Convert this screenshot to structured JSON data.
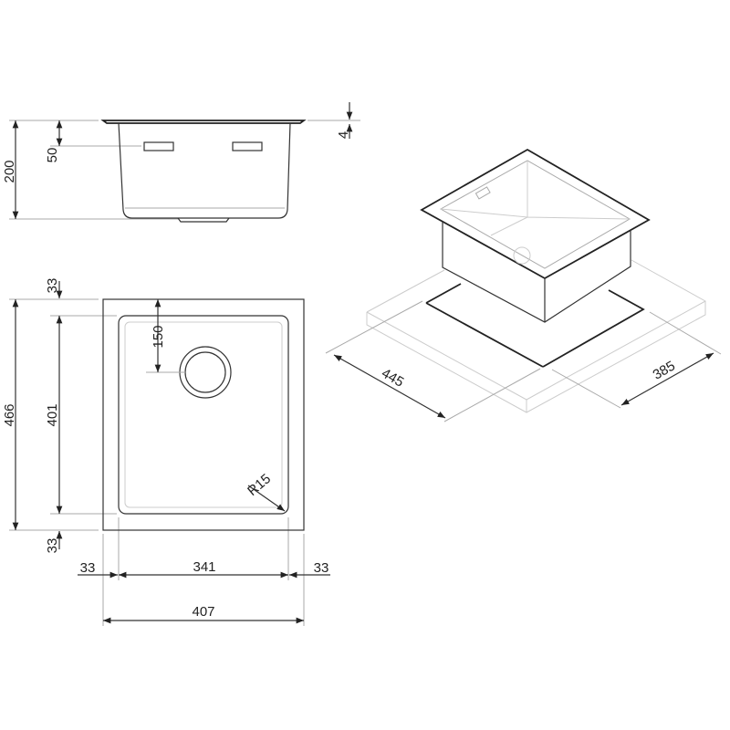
{
  "drawing": {
    "side_view": {
      "height_total": "200",
      "handle_offset": "50",
      "rim_thickness": "4"
    },
    "top_view": {
      "depth_total": "466",
      "margin_top": "33",
      "bowl_depth": "401",
      "margin_bottom": "33",
      "drain_offset": "150",
      "corner_radius": "R15",
      "margin_left": "33",
      "bowl_width": "341",
      "margin_right": "33",
      "width_total": "407"
    },
    "isometric_view": {
      "cutout_depth": "445",
      "cutout_width": "385"
    }
  }
}
